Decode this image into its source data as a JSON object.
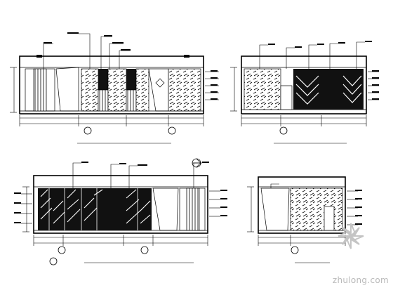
{
  "drawing": {
    "elevations": [
      {
        "id": "A",
        "caption": ""
      },
      {
        "id": "B",
        "caption": ""
      },
      {
        "id": "C",
        "caption": ""
      },
      {
        "id": "D",
        "caption": ""
      }
    ]
  },
  "watermark": {
    "text": "zhulong.com",
    "logo_icon": "zhulong-logo"
  },
  "colors": {
    "line": "#000000",
    "watermark": "#b9b9b9"
  }
}
